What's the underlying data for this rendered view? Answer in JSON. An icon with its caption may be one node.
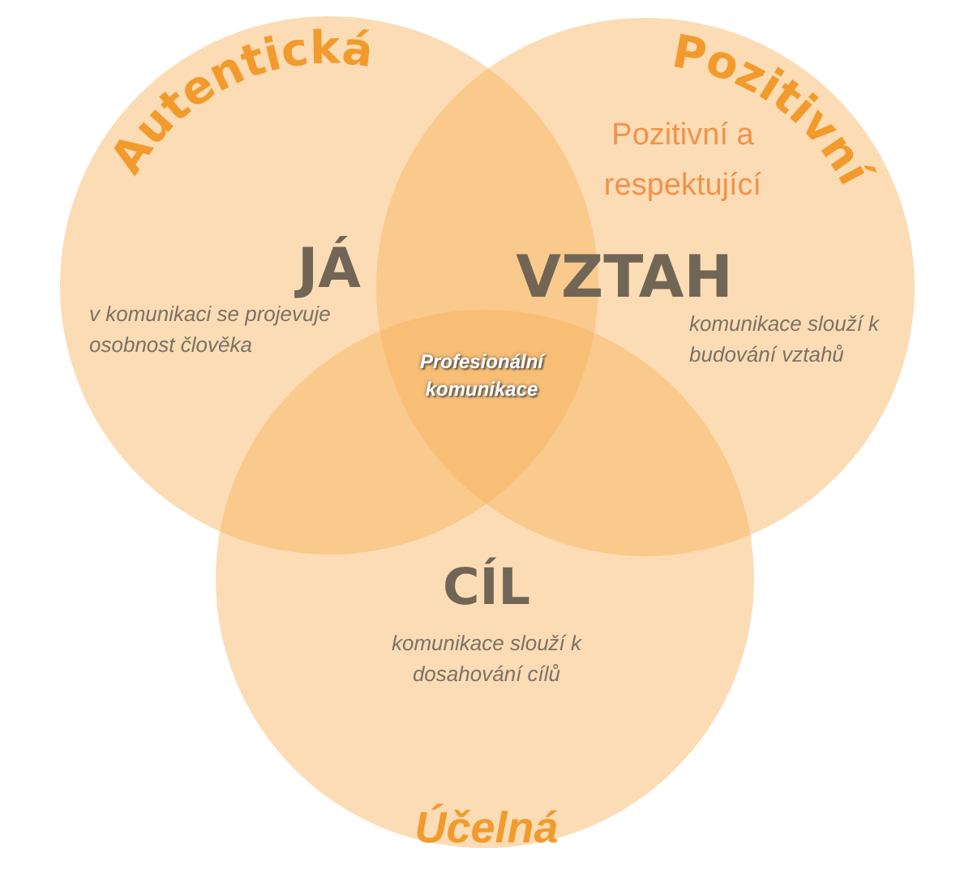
{
  "diagram": {
    "nodes": [
      {
        "text": [
          "Autentická",
          "JÁ",
          "v komunikaci se projevuje osobnost člověka"
        ]
      },
      {
        "text": [
          "Pozitivní",
          "Pozitivní a respektující",
          "VZTAH",
          "komunikace slouží k budování vztahů"
        ]
      },
      {
        "text": [
          "CÍL",
          "komunikace slouží k dosahování cílů",
          "Účelná"
        ]
      }
    ],
    "labels": [
      "Profesionální komunikace"
    ]
  }
}
